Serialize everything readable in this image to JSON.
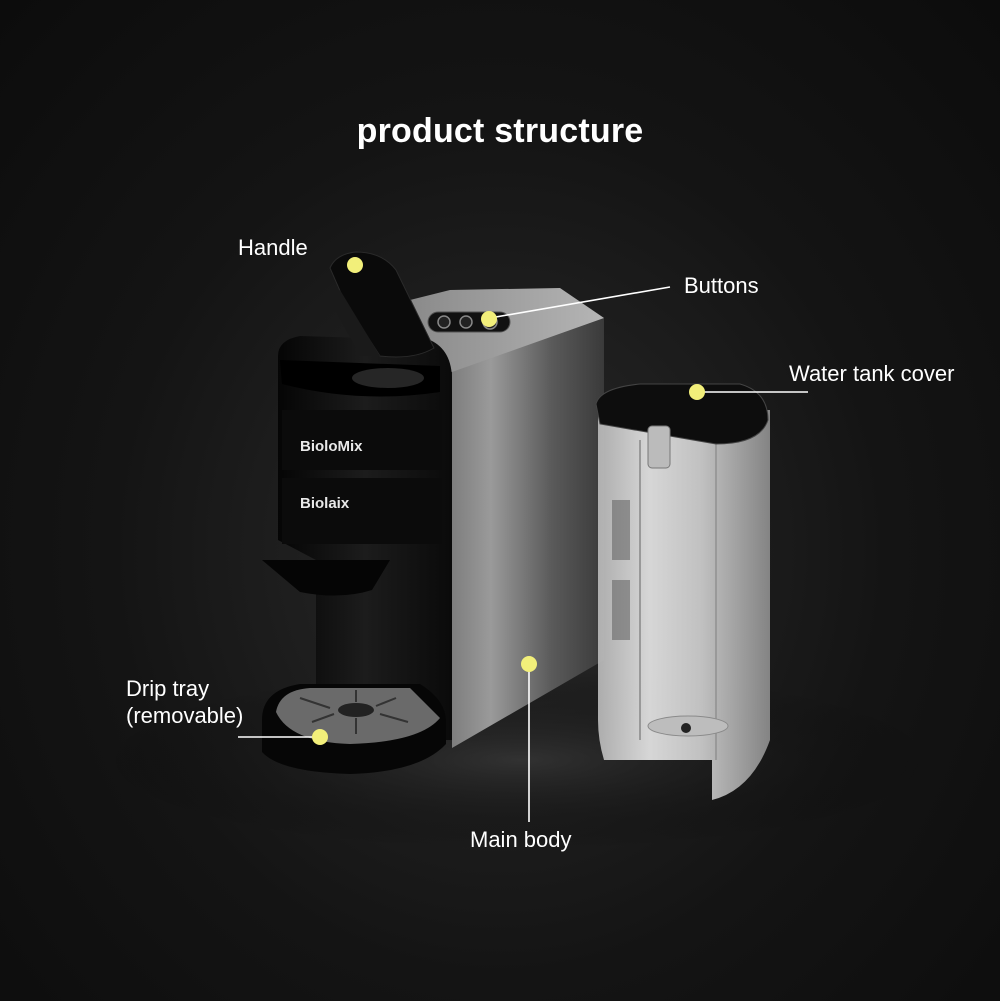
{
  "title": "product structure",
  "brand": "BioloMix",
  "brand_lower": "Biolaix",
  "labels": {
    "handle": "Handle",
    "buttons": "Buttons",
    "water_tank_cover": "Water tank cover",
    "drip_tray_line1": "Drip tray",
    "drip_tray_line2": "(removable)",
    "main_body": "Main body"
  },
  "colors": {
    "marker": "#f2ef7a",
    "leader_line": "#ffffff"
  }
}
